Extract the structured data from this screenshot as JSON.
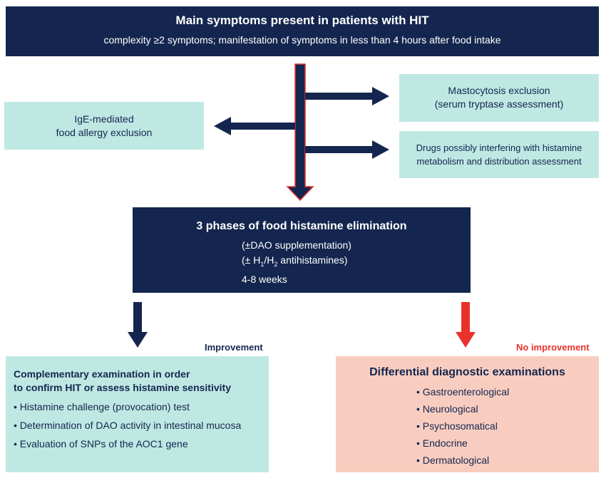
{
  "top": {
    "title": "Main symptoms present in patients with HIT",
    "subtitle": "complexity ≥2 symptoms; manifestation of symptoms in less than 4 hours after food intake"
  },
  "ige": {
    "line1": "IgE-mediated",
    "line2": "food allergy exclusion"
  },
  "masto": {
    "line1": "Mastocytosis exclusion",
    "line2": "(serum tryptase assessment)"
  },
  "drugs": {
    "line1": "Drugs possibly interfering with histamine",
    "line2": "metabolism and distribution assessment"
  },
  "phases": {
    "title": "3 phases of food histamine elimination",
    "dao": "(±DAO supplementation)",
    "anti_prefix": "(± H",
    "anti_sub1": "1",
    "anti_slash": "/H",
    "anti_sub2": "2",
    "anti_suffix": " antihistamines)",
    "duration": "4-8 weeks"
  },
  "improvement_label": "Improvement",
  "no_improvement_label": "No improvement",
  "complementary": {
    "head1": "Complementary examination in order",
    "head2": "to confirm HIT or assess histamine sensitivity",
    "items": [
      "• Histamine challenge (provocation) test",
      "• Determination of DAO activity in intestinal mucosa",
      "• Evaluation of SNPs of the AOC1 gene"
    ]
  },
  "differential": {
    "head": "Differential diagnostic examinations",
    "items": [
      "• Gastroenterological",
      "• Neurological",
      "• Psychosomatical",
      "• Endocrine",
      "• Dermatological"
    ]
  },
  "colors": {
    "navy": "#14264f",
    "teal": "#bfe8e3",
    "salmon": "#f8cdc0",
    "red": "#e8322b"
  }
}
